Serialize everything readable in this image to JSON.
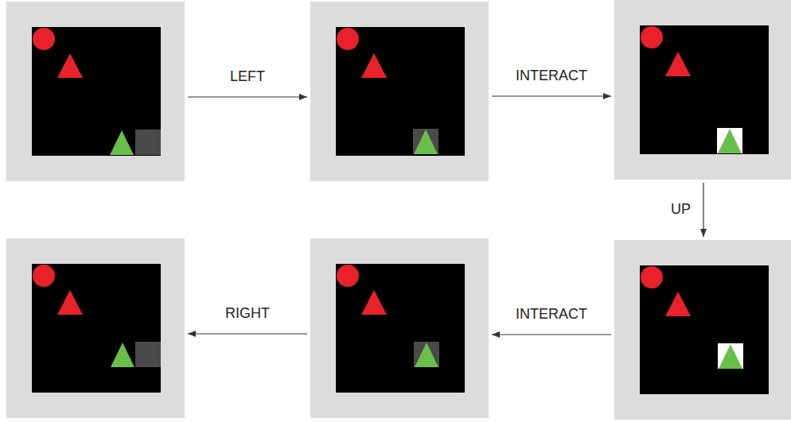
{
  "diagram": {
    "nodes": [
      {
        "text": []
      },
      {
        "text": []
      },
      {
        "text": []
      },
      {
        "text": []
      },
      {
        "text": []
      },
      {
        "text": []
      }
    ],
    "edges": [
      {
        "from": 0,
        "to": 1,
        "arrow": "to",
        "label": "LEFT"
      },
      {
        "from": 1,
        "to": 2,
        "arrow": "to",
        "label": "INTERACT"
      },
      {
        "from": 2,
        "to": 5,
        "arrow": "to",
        "label": "UP"
      },
      {
        "from": 5,
        "to": 4,
        "arrow": "to",
        "label": "INTERACT"
      },
      {
        "from": 4,
        "to": 3,
        "arrow": "to",
        "label": "RIGHT"
      }
    ]
  }
}
